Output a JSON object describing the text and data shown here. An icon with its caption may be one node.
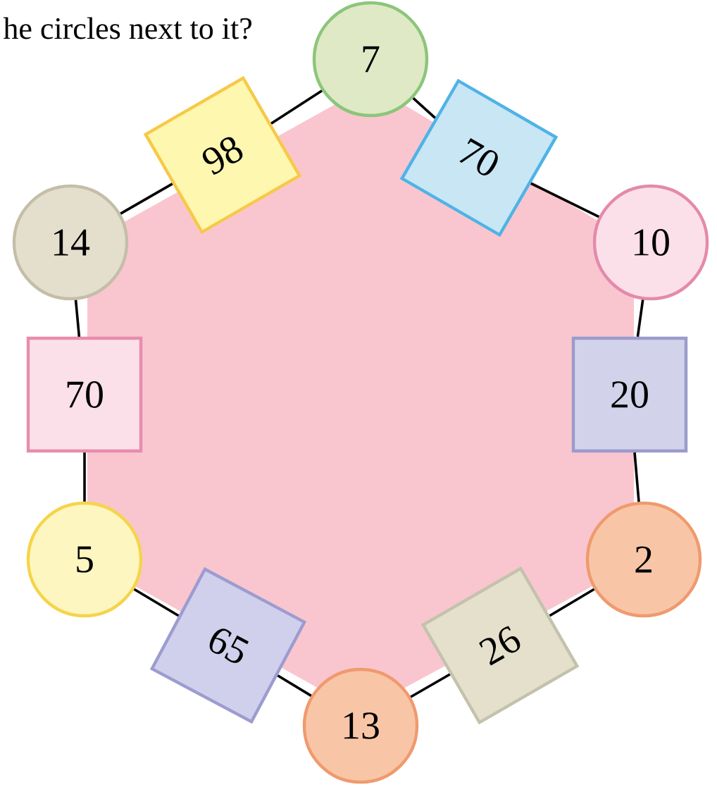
{
  "diagram": {
    "nodes": [
      {
        "text": [
          "7"
        ]
      },
      {
        "text": [
          "98"
        ]
      },
      {
        "text": [
          "70"
        ]
      },
      {
        "text": [
          "14"
        ]
      },
      {
        "text": [
          "10"
        ]
      },
      {
        "text": [
          "70"
        ]
      },
      {
        "text": [
          "20"
        ]
      },
      {
        "text": [
          "5"
        ]
      },
      {
        "text": [
          "2"
        ]
      },
      {
        "text": [
          "65"
        ]
      },
      {
        "text": [
          "26"
        ]
      },
      {
        "text": [
          "13"
        ]
      }
    ],
    "edges": [
      {
        "from": 0,
        "to": 2,
        "arrow": "none"
      },
      {
        "from": 2,
        "to": 4,
        "arrow": "none"
      },
      {
        "from": 4,
        "to": 6,
        "arrow": "none"
      },
      {
        "from": 6,
        "to": 8,
        "arrow": "none"
      },
      {
        "from": 8,
        "to": 10,
        "arrow": "none"
      },
      {
        "from": 10,
        "to": 11,
        "arrow": "none"
      },
      {
        "from": 11,
        "to": 9,
        "arrow": "none"
      },
      {
        "from": 9,
        "to": 7,
        "arrow": "none"
      },
      {
        "from": 7,
        "to": 5,
        "arrow": "none"
      },
      {
        "from": 5,
        "to": 3,
        "arrow": "none"
      },
      {
        "from": 3,
        "to": 1,
        "arrow": "none"
      },
      {
        "from": 1,
        "to": 0,
        "arrow": "none"
      }
    ],
    "labels": [
      "he circles next to it?"
    ]
  }
}
